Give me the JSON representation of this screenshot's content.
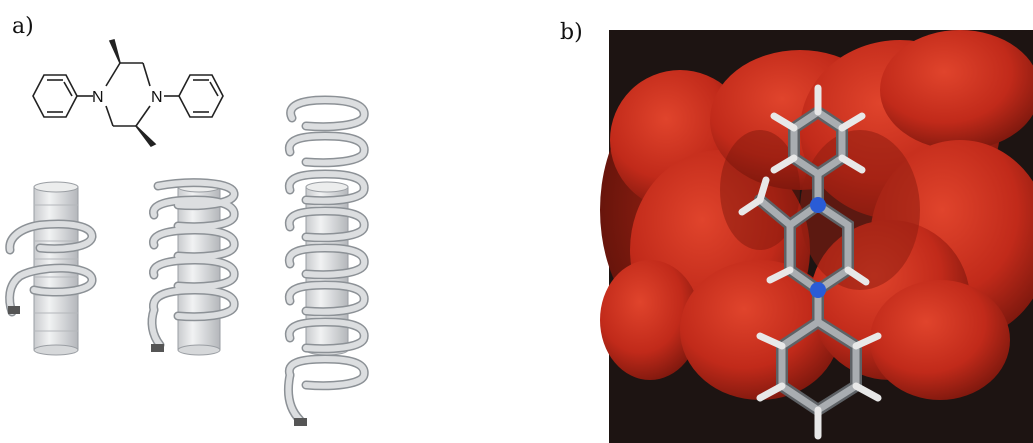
{
  "labels": {
    "a": "a)",
    "b": "b)"
  },
  "molecule": {
    "atom_N_left": "N",
    "atom_N_right": "N"
  },
  "colors": {
    "background": "#ffffff",
    "helix": "#d8dadc",
    "helix_edge": "#8c9196",
    "cylinder": "#e6e7e9",
    "render_bg": "#1d1412",
    "surface": "#c92c1c",
    "nitrogen": "#2a5cd6",
    "carbon": "#7a7e82",
    "hydrogen": "#f2f2f2"
  }
}
